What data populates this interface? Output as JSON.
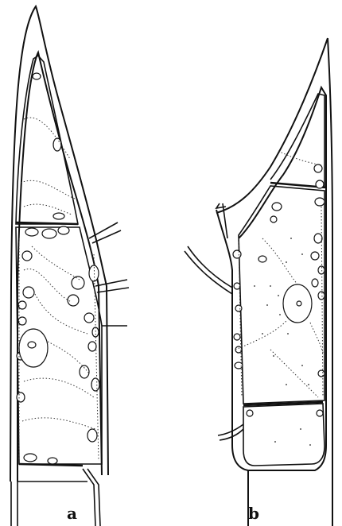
{
  "figure": {
    "panels": [
      {
        "id": "a",
        "label": "a",
        "image_kind": "botanical-cell-drawing"
      },
      {
        "id": "b",
        "label": "b",
        "image_kind": "botanical-cell-drawing"
      }
    ],
    "ink_color": "#111111",
    "background_color": "#ffffff"
  }
}
